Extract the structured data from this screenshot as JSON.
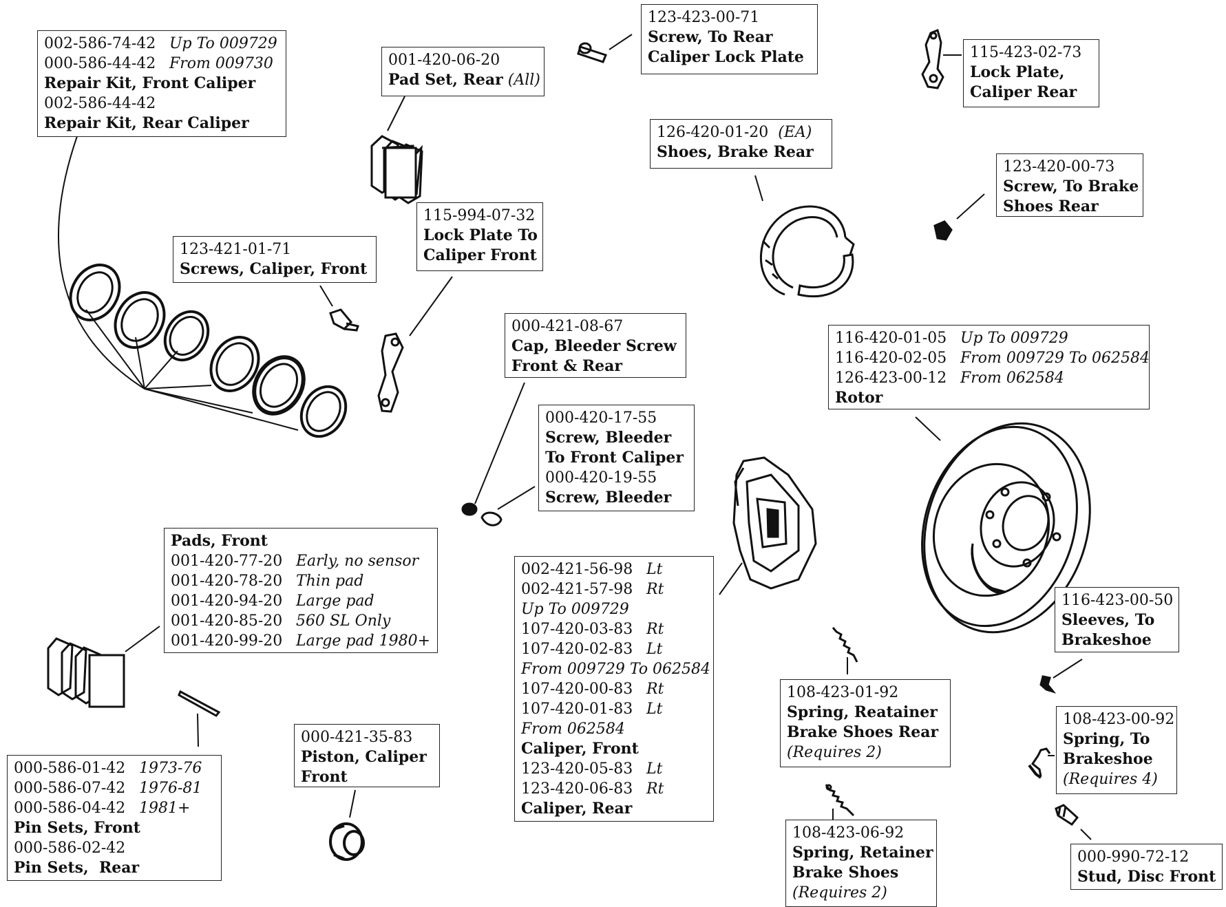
{
  "labels": {
    "repair_kits": [
      {
        "pn": "002-586-74-42",
        "note": "Up To 009729"
      },
      {
        "pn": "000-586-44-42",
        "note": "From 009730"
      },
      {
        "name": "Repair Kit, Front Caliper"
      },
      {
        "pn": "002-586-44-42"
      },
      {
        "name": "Repair Kit, Rear Caliper"
      }
    ],
    "pad_rear": {
      "pn": "001-420-06-20",
      "name": "Pad Set, Rear",
      "note": "(All)"
    },
    "screw_rear_lock": {
      "pn": "123-423-00-71",
      "name1": "Screw, To Rear",
      "name2": "Caliper Lock Plate"
    },
    "lock_plate_rear": {
      "pn": "115-423-02-73",
      "name1": "Lock Plate,",
      "name2": "Caliper Rear"
    },
    "shoes_rear": {
      "pn": "126-420-01-20",
      "note": "(EA)",
      "name": "Shoes, Brake Rear"
    },
    "screw_brake_shoes": {
      "pn": "123-420-00-73",
      "name1": "Screw, To Brake",
      "name2": "Shoes Rear"
    },
    "lock_plate_front": {
      "pn": "115-994-07-32",
      "name1": "Lock Plate To",
      "name2": "Caliper Front"
    },
    "screws_caliper_front": {
      "pn": "123-421-01-71",
      "name": "Screws, Caliper, Front"
    },
    "cap_bleeder": {
      "pn": "000-421-08-67",
      "name1": "Cap, Bleeder Screw",
      "name2": "Front & Rear"
    },
    "rotor": [
      {
        "pn": "116-420-01-05",
        "note": "Up To 009729"
      },
      {
        "pn": "116-420-02-05",
        "note": "From 009729 To 062584"
      },
      {
        "pn": "126-423-00-12",
        "note": "From 062584"
      },
      {
        "name": "Rotor"
      }
    ],
    "screw_bleeder": {
      "pn1": "000-420-17-55",
      "name1": "Screw, Bleeder",
      "name2": "To Front Caliper",
      "pn2": "000-420-19-55",
      "name3": "Screw, Bleeder"
    },
    "pads_front": [
      {
        "name": "Pads, Front"
      },
      {
        "pn": "001-420-77-20",
        "note": "Early, no sensor"
      },
      {
        "pn": "001-420-78-20",
        "note": "Thin pad"
      },
      {
        "pn": "001-420-94-20",
        "note": "Large pad"
      },
      {
        "pn": "001-420-85-20",
        "note": "560 SL Only"
      },
      {
        "pn": "001-420-99-20",
        "note": "Large pad 1980+"
      }
    ],
    "calipers": [
      {
        "pn": "002-421-56-98",
        "note": "Lt"
      },
      {
        "pn": "002-421-57-98",
        "note": "Rt"
      },
      {
        "note": "Up To 009729"
      },
      {
        "pn": "107-420-03-83",
        "note": "Rt"
      },
      {
        "pn": "107-420-02-83",
        "note": "Lt"
      },
      {
        "note": "From 009729 To 062584"
      },
      {
        "pn": "107-420-00-83",
        "note": "Rt"
      },
      {
        "pn": "107-420-01-83",
        "note": "Lt"
      },
      {
        "note": "From 062584"
      },
      {
        "name": "Caliper, Front"
      },
      {
        "pn": "123-420-05-83",
        "note": "Lt"
      },
      {
        "pn": "123-420-06-83",
        "note": "Rt"
      },
      {
        "name": "Caliper, Rear"
      }
    ],
    "sleeves": {
      "pn": "116-423-00-50",
      "name1": "Sleeves, To",
      "name2": "Brakeshoe"
    },
    "spring_retainer_rear": {
      "pn": "108-423-01-92",
      "name1": "Spring, Reatainer",
      "name2": "Brake Shoes Rear",
      "note": "(Requires 2)"
    },
    "spring_brakeshoe": {
      "pn": "108-423-00-92",
      "name1": "Spring, To",
      "name2": "Brakeshoe",
      "note": "(Requires 4)"
    },
    "spring_retainer": {
      "pn": "108-423-06-92",
      "name1": "Spring, Retainer",
      "name2": "Brake Shoes",
      "note": "(Requires 2)"
    },
    "stud": {
      "pn": "000-990-72-12",
      "name": "Stud, Disc Front"
    },
    "piston": {
      "pn": "000-421-35-83",
      "name1": "Piston, Caliper",
      "name2": "Front"
    },
    "pin_sets": [
      {
        "pn": "000-586-01-42",
        "note": "1973-76"
      },
      {
        "pn": "000-586-07-42",
        "note": "1976-81"
      },
      {
        "pn": "000-586-04-42",
        "note": "1981+"
      },
      {
        "name": "Pin Sets, Front"
      },
      {
        "pn": "000-586-02-42"
      },
      {
        "name": "Pin Sets,  Rear"
      }
    ]
  }
}
